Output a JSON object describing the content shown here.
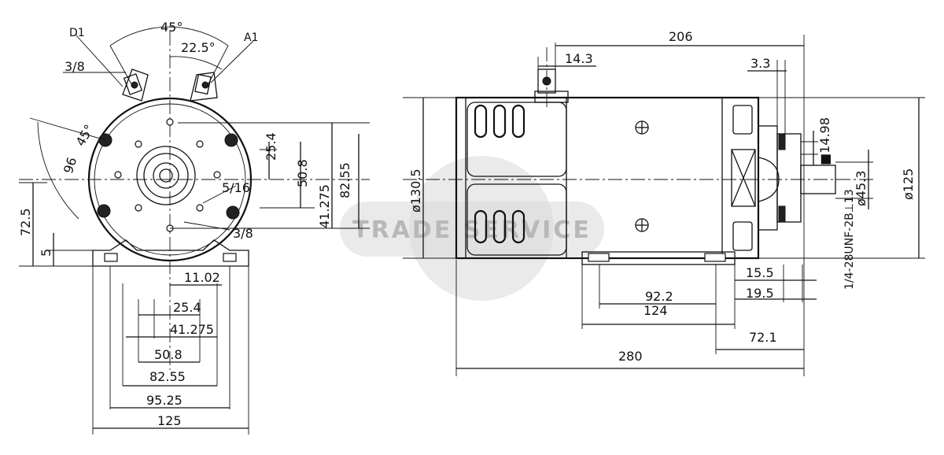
{
  "watermark": {
    "text": "TRADE SERVICE",
    "color": "#c9c9c9"
  },
  "labels": {
    "d1": "D1",
    "a1": "A1",
    "thread_top": "3/8",
    "thread_mid": "5/16",
    "thread_bottom": "3/8"
  },
  "front_view": {
    "angle_45_top": "45°",
    "angle_22_5": "22.5°",
    "angle_45_left": "45°",
    "dim_25_4_v": "25.4",
    "dim_50_8_v": "50.8",
    "dim_41_275_v": "41.275",
    "dim_82_55_v": "82.55",
    "dim_72_5": "72.5",
    "dim_5": "5",
    "dim_96": "96",
    "dim_11_02": "11.02",
    "dim_25_4_h": "25.4",
    "dim_41_275_h": "41.275",
    "dim_50_8_h": "50.8",
    "dim_82_55_h": "82.55",
    "dim_95_25": "95.25",
    "dim_125": "125"
  },
  "side_view": {
    "dim_206": "206",
    "dim_14_3": "14.3",
    "dim_3_3": "3.3",
    "dim_14_98": "■14.98",
    "dim_dia_130_5": "ø130.5",
    "dim_dia_45_3": "ø45.3",
    "dim_dia_125": "ø125",
    "shaft_spec": "1/4-28UNF-2B⊥13",
    "dim_15_5": "15.5",
    "dim_19_5": "19.5",
    "dim_92_2": "92.2",
    "dim_124": "124",
    "dim_72_1": "72.1",
    "dim_280": "280"
  }
}
